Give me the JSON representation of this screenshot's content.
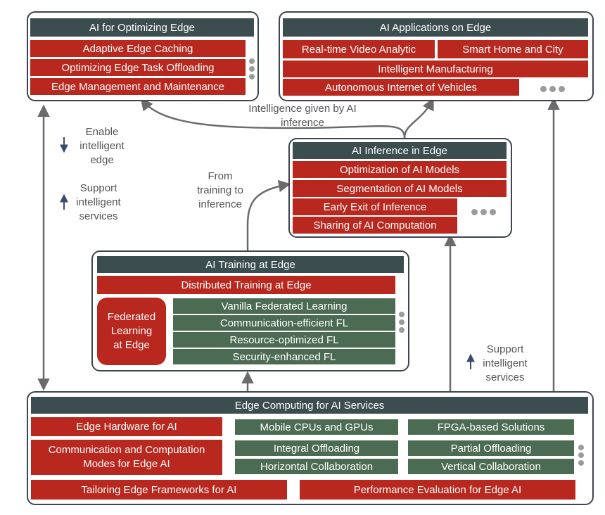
{
  "opt_edge": {
    "title": "AI for Optimizing Edge",
    "items": [
      "Adaptive Edge Caching",
      "Optimizing Edge Task Offloading",
      "Edge Management and Maintenance"
    ]
  },
  "apps": {
    "title": "AI Applications on Edge",
    "items": [
      "Real-time Video Analytic",
      "Smart Home and City",
      "Intelligent Manufacturing",
      "Autonomous Internet of Vehicles"
    ]
  },
  "inference": {
    "title": "AI Inference in Edge",
    "items": [
      "Optimization of AI Models",
      "Segmentation of AI Models",
      "Early Exit of Inference",
      "Sharing of AI Computation"
    ]
  },
  "training": {
    "title": "AI Training at Edge",
    "distributed": "Distributed Training at Edge",
    "federated": "Federated Learning at Edge",
    "fl_items": [
      "Vanilla Federated Learning",
      "Communication-efficient FL",
      "Resource-optimized FL",
      "Security-enhanced FL"
    ]
  },
  "computing": {
    "title": "Edge Computing for AI Services",
    "hardware": "Edge Hardware for AI",
    "cpus": "Mobile CPUs and GPUs",
    "fpga": "FPGA-based Solutions",
    "modes": "Communication and Computation Modes for Edge AI",
    "integral": "Integral Offloading",
    "partial": "Partial Offloading",
    "horizontal": "Horizontal Collaboration",
    "vertical": "Vertical Collaboration",
    "frameworks": "Tailoring Edge Frameworks for AI",
    "performance": "Performance Evaluation for Edge AI"
  },
  "labels": {
    "intelligence_given": "Intelligence given by AI inference",
    "enable": "Enable intelligent edge",
    "support_left": "Support intelligent services",
    "from_training": "From training to inference",
    "support_right": "Support intelligent services"
  },
  "colors": {
    "header": "#3b4d4f",
    "red": "#b8281f",
    "green": "#4c6b53",
    "border": "#3e4450",
    "arrow": "#6b6b6b",
    "text": "#555555"
  }
}
